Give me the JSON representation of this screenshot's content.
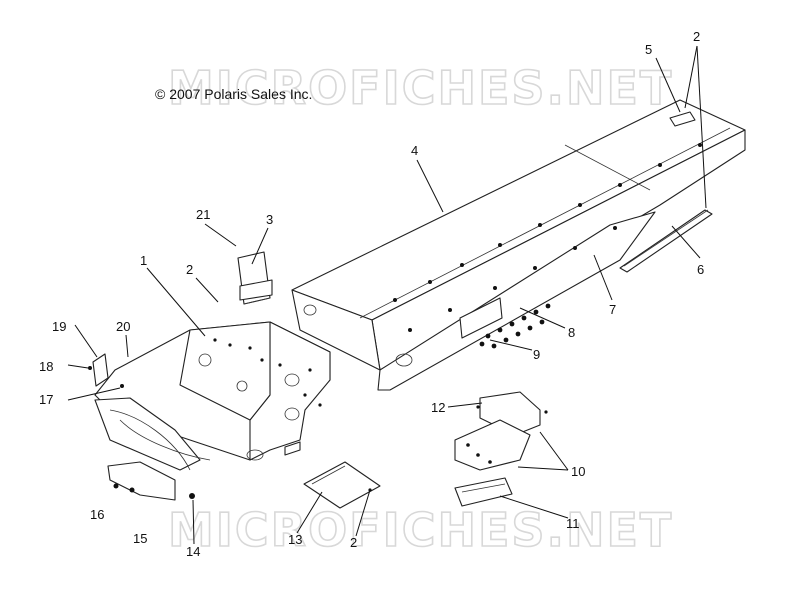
{
  "copyright": "© 2007 Polaris Sales Inc.",
  "watermark": "MICROFICHES.NET",
  "callouts": [
    "1",
    "2",
    "2",
    "2",
    "3",
    "4",
    "5",
    "6",
    "7",
    "8",
    "9",
    "10",
    "11",
    "12",
    "13",
    "14",
    "15",
    "16",
    "17",
    "18",
    "19",
    "20",
    "21"
  ]
}
